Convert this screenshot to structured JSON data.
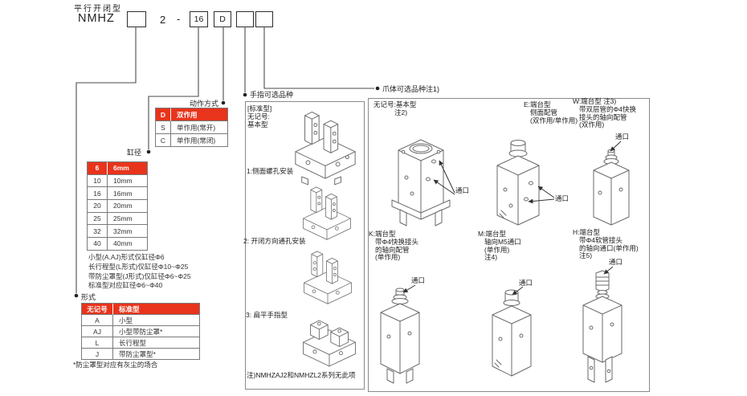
{
  "title": "平行开闭型",
  "colors": {
    "accent_red": "#e8341c",
    "line_gray": "#6a6a6a"
  },
  "model": {
    "prefix": "NMHZ",
    "series_digit": "2",
    "separator": "-",
    "bore_code": "16",
    "action_code": "D"
  },
  "action_table": {
    "label": "动作方式",
    "rows": [
      {
        "code": "D",
        "desc": "双作用"
      },
      {
        "code": "S",
        "desc": "单作用(常开)"
      },
      {
        "code": "C",
        "desc": "单作用(常闭)"
      }
    ]
  },
  "bore_table": {
    "label": "缸径",
    "rows": [
      {
        "code": "6",
        "desc": "6mm"
      },
      {
        "code": "10",
        "desc": "10mm"
      },
      {
        "code": "16",
        "desc": "16mm"
      },
      {
        "code": "20",
        "desc": "20mm"
      },
      {
        "code": "25",
        "desc": "25mm"
      },
      {
        "code": "32",
        "desc": "32mm"
      },
      {
        "code": "40",
        "desc": "40mm"
      }
    ],
    "notes": [
      "小型(A.AJ)形式仅缸径Φ6",
      "长行程型(L形式)仅缸径Φ10~Φ25",
      "带防尘罩型(J形式)仅缸径Φ6~Φ25",
      "标准型对应缸径Φ6~Φ40"
    ]
  },
  "form_table": {
    "label": "形式",
    "rows": [
      {
        "code": "无记号",
        "desc": "标准型"
      },
      {
        "code": "A",
        "desc": "小型"
      },
      {
        "code": "AJ",
        "desc": "小型带防尘罩*"
      },
      {
        "code": "L",
        "desc": "长行程型"
      },
      {
        "code": "J",
        "desc": "带防尘罩型*"
      }
    ],
    "footnote": "*防尘罩型对应有灰尘的场合"
  },
  "finger_section": {
    "label": "手指可选品种",
    "standard_caption_lines": [
      "[标准型]",
      "无记号:",
      "基本型"
    ],
    "options": [
      "1:侧面螺孔安装",
      "2: 开闭方向通孔安装",
      "3: 扁平手指型"
    ],
    "note": "注)NMHZAJ2和NMHZL2系列无此项"
  },
  "claw_section": {
    "label": "爪体可选品种注1)",
    "port_label": "通口",
    "items": [
      {
        "lines": [
          "无记号:基本型",
          "注2)"
        ]
      },
      {
        "lines": [
          "E:端台型",
          "侧面配管",
          "(双作用/单作用)"
        ]
      },
      {
        "lines": [
          "W:端台型 注3)",
          "带双层管的Φ4快换",
          "接头的轴向配管",
          "(双作用)"
        ]
      },
      {
        "lines": [
          "K:端台型",
          "带Φ4快换接头",
          "的轴向配管",
          "(单作用)"
        ]
      },
      {
        "lines": [
          "M:端台型",
          "轴向M5通口",
          "(单作用)",
          "注4)"
        ]
      },
      {
        "lines": [
          "H:端台型",
          "带Φ4软管接头",
          "的轴向通口(单作用)",
          "注5)"
        ]
      }
    ]
  }
}
